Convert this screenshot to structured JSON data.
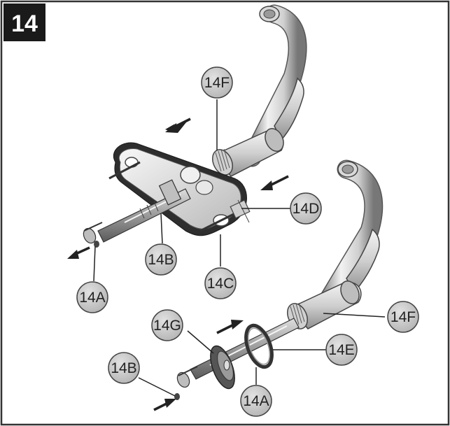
{
  "step": {
    "number": "14"
  },
  "callouts": [
    {
      "id": "14F",
      "label": "14F"
    },
    {
      "id": "14D",
      "label": "14D"
    },
    {
      "id": "14B",
      "label": "14B"
    },
    {
      "id": "14C",
      "label": "14C"
    },
    {
      "id": "14A",
      "label": "14A"
    },
    {
      "id": "14G",
      "label": "14G"
    },
    {
      "id": "14F",
      "label": "14F"
    },
    {
      "id": "14E",
      "label": "14E"
    },
    {
      "id": "14A",
      "label": "14A"
    },
    {
      "id": "14B",
      "label": "14B"
    }
  ],
  "colors": {
    "frame": "#333333",
    "step_badge": "#1a1a1a",
    "callout_fill": "#c8c8c8",
    "metal_light": "#e8e8e8",
    "metal_mid": "#bdbdbd",
    "metal_dark": "#7d7d7d",
    "arrow": "#222222"
  }
}
